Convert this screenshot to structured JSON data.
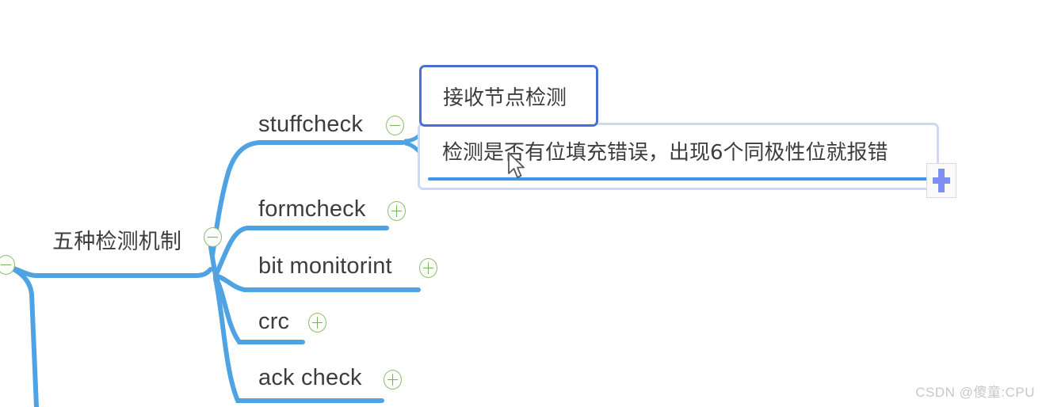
{
  "mindmap": {
    "root_branch_label": "五种检测机制",
    "selected_topic": {
      "text": "接收节点检测",
      "border_color": "#4a6fd4"
    },
    "detail_note": {
      "text": "检测是否有位填充错误，出现6个同极性位就报错",
      "border_color": "#cfd9f4",
      "underline_color": "#3f95e8"
    },
    "branches": [
      {
        "label": "stuffcheck",
        "toggle": "collapse-minus-icon"
      },
      {
        "label": "formcheck",
        "toggle": "expand-plus-icon"
      },
      {
        "label": "bit monitorint",
        "toggle": "expand-plus-icon"
      },
      {
        "label": "crc",
        "toggle": "expand-plus-icon"
      },
      {
        "label": "ack check",
        "toggle": "expand-plus-icon"
      }
    ],
    "toggles": {
      "root_branch": "collapse-minus-icon",
      "far_left_parent": "collapse-minus-icon"
    },
    "add_button_icon": "plus-icon",
    "cursor_icon": "arrow-pointer-icon",
    "line_color": "#4fa3e3"
  },
  "watermark": {
    "text": "CSDN @傻童:CPU"
  }
}
